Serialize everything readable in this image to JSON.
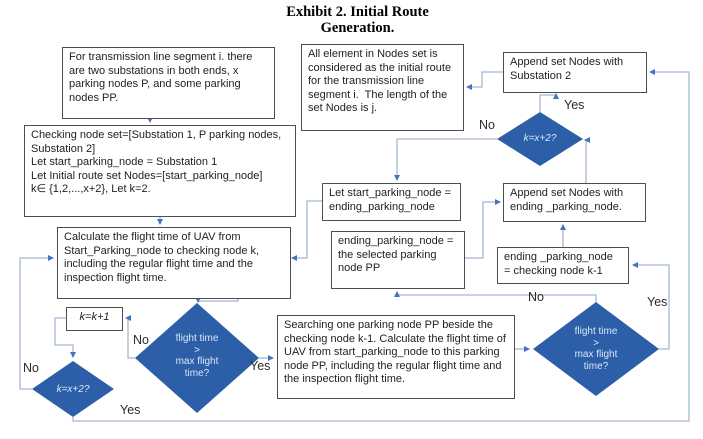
{
  "title": {
    "line1": "Exhibit 2.  Initial Route",
    "line2": "Generation."
  },
  "nodes": {
    "intro": {
      "text": "For transmission line segment i. there are two substations in both ends, x parking nodes P, and some parking nodes PP."
    },
    "init": {
      "text": "Checking node set=[Substation 1, P parking nodes, Substation 2]\nLet start_parking_node = Substation 1\nLet Initial route set Nodes=[start_parking_node]\nk∈ {1,2,...,x+2}, Let k=2."
    },
    "terminal": {
      "text": "All element in Nodes set is considered as the initial route for the transmission line segment i.  The length of the set Nodes is j."
    },
    "append_substation2": {
      "text": "Append set Nodes with Substation 2"
    },
    "set_start": {
      "text": "Let start_parking_node = ending_parking_node"
    },
    "append_ending": {
      "text": "Append set Nodes with ending _parking_node."
    },
    "ending_selected": {
      "text": "ending_parking_node = the selected parking node PP"
    },
    "ending_checking": {
      "text": "ending _parking_node = checking node k-1"
    },
    "calc": {
      "text": "Calculate the flight time of UAV from Start_Parking_node to checking node k, including the regular flight time and the inspection flight time."
    },
    "increment": {
      "text": "k=k+1"
    },
    "search": {
      "text": "Searching one parking node PP beside the checking node k-1. Calculate the flight time of UAV from start_parking_node to this parking node PP, including the regular flight time and the inspection flight time."
    }
  },
  "diamonds": {
    "check_k_top": {
      "text": "k=x+2?"
    },
    "check_flight_center": {
      "text": "flight time\n>\nmax flight\ntime?"
    },
    "check_k_bottom": {
      "text": "k=x+2?"
    },
    "check_flight_right": {
      "text": "flight time\n>\nmax flight\ntime?"
    }
  },
  "edge_labels": {
    "dt_no": "No",
    "dt_yes": "Yes",
    "d_no": "No",
    "d_yes": "Yes",
    "g_no": "No",
    "g_yes": "Yes",
    "d2_no": "No",
    "d2_yes": "Yes"
  },
  "colors": {
    "diamond_fill": "#2d5fa8",
    "diamond_text": "#d6e6f8",
    "line_color": "#a3b8d3",
    "arrow_color": "#4472c4",
    "box_border": "#4d4d4d",
    "text_color": "#1f1f1f",
    "background": "#ffffff"
  }
}
